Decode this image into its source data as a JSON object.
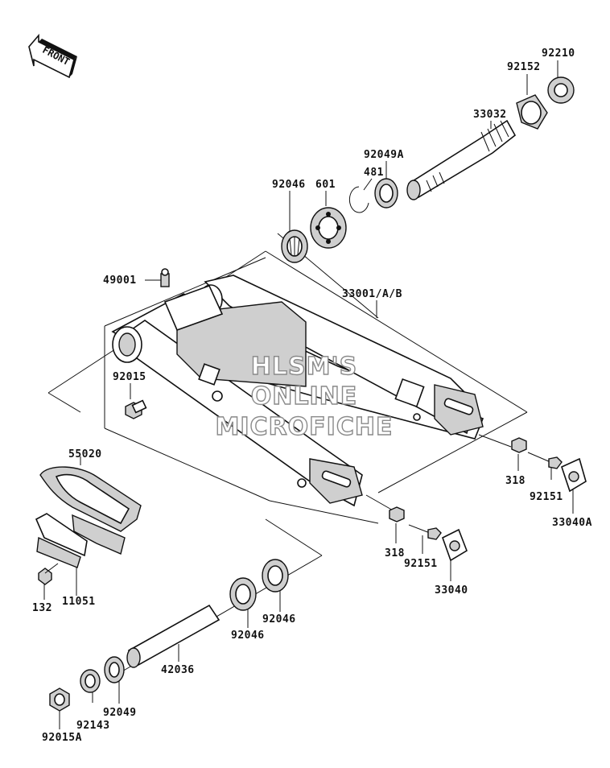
{
  "front_marker": "FRONT",
  "watermark": [
    "HLSM'S",
    "ONLINE",
    "MICROFICHE"
  ],
  "parts": {
    "p92210": "92210",
    "p92152": "92152",
    "p33032": "33032",
    "p92049A": "92049A",
    "p481": "481",
    "p601": "601",
    "p92046_top": "92046",
    "p49001": "49001",
    "p33001": "33001/A/B",
    "p92015": "92015",
    "p55020": "55020",
    "p318_right": "318",
    "p92151_right": "92151",
    "p33040A": "33040A",
    "p318_mid": "318",
    "p92151_mid": "92151",
    "p33040": "33040",
    "p132": "132",
    "p11051": "11051",
    "p92046_b1": "92046",
    "p92046_b2": "92046",
    "p42036": "42036",
    "p92049": "92049",
    "p92143": "92143",
    "p92015A": "92015A"
  }
}
